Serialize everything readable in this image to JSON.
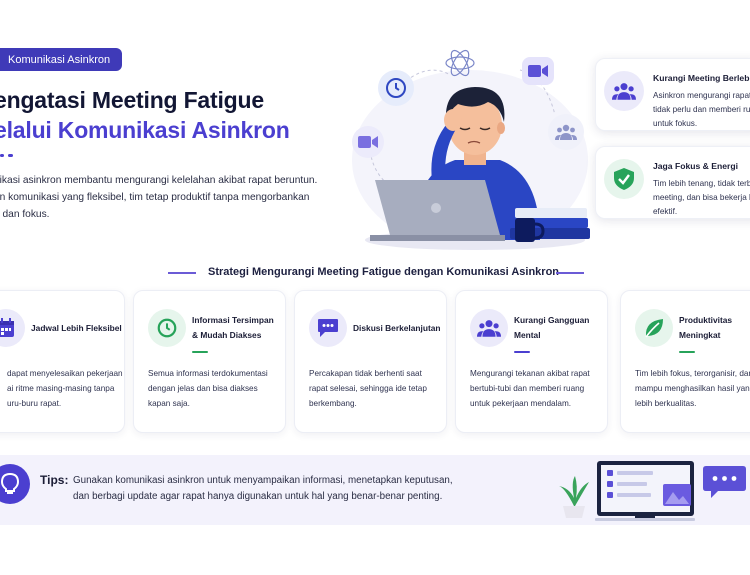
{
  "badge": "Komunikasi Asinkron",
  "title": {
    "line1": "engatasi Meeting Fatigue",
    "line2": "elalui Komunikasi Asinkron"
  },
  "description": [
    "nikasi asinkron membantu mengurangi kelelahan akibat rapat beruntun.",
    "an komunikasi yang fleksibel, tim tetap produktif tanpa mengorbankan",
    "u dan fokus."
  ],
  "benefits": [
    {
      "title": "Kurangi Meeting Berlebihan",
      "lines": [
        "Asinkron mengurangi rapat y",
        "tidak perlu dan memberi rua",
        "untuk fokus."
      ],
      "icon": "people-icon",
      "icon_color": "#4b3fd0"
    },
    {
      "title": "Jaga Fokus & Energi",
      "lines": [
        "Tim lebih tenang, tidak terbe",
        "meeting, dan bisa bekerja le",
        "efektif."
      ],
      "icon": "shield-check-icon",
      "icon_color": "#27a35a"
    }
  ],
  "section_title": "Strategi Mengurangi Meeting Fatigue dengan Komunikasi Asinkron",
  "strategies": [
    {
      "title_lines": [
        "Jadwal Lebih Fleksibel"
      ],
      "desc_lines": [
        "dapat menyelesaikan pekerjaan",
        "ai ritme masing-masing tanpa",
        "uru-buru rapat."
      ],
      "icon": "calendar-icon",
      "accent": "#4b3fd0"
    },
    {
      "title_lines": [
        "Informasi Tersimpan",
        "& Mudah Diakses"
      ],
      "desc_lines": [
        "Semua informasi terdokumentasi",
        "dengan jelas dan bisa diakses",
        "kapan saja."
      ],
      "icon": "clock-icon",
      "accent": "#27a35a"
    },
    {
      "title_lines": [
        "Diskusi Berkelanjutan"
      ],
      "desc_lines": [
        "Percakapan tidak berhenti saat",
        "rapat selesai, sehingga ide tetap",
        "berkembang."
      ],
      "icon": "chat-icon",
      "accent": "#4b3fd0"
    },
    {
      "title_lines": [
        "Kurangi Gangguan",
        "Mental"
      ],
      "desc_lines": [
        "Mengurangi tekanan akibat rapat",
        "bertubi-tubi dan memberi ruang",
        "untuk pekerjaan mendalam."
      ],
      "icon": "people-icon",
      "accent": "#4b3fd0"
    },
    {
      "title_lines": [
        "Produktivitas",
        "Meningkat"
      ],
      "desc_lines": [
        "Tim lebih fokus, terorganisir, dan",
        "mampu menghasilkan hasil yang",
        "lebih berkualitas."
      ],
      "icon": "leaf-icon",
      "accent": "#27a35a"
    }
  ],
  "tips": {
    "label": "Tips:",
    "lines": [
      "Gunakan komunikasi asinkron untuk menyampaikan informasi, menetapkan keputusan,",
      "dan berbagi update agar rapat hanya digunakan untuk hal yang benar-benar penting."
    ]
  },
  "colors": {
    "primary": "#4b3fd0",
    "green": "#27a35a",
    "navy": "#121634"
  }
}
